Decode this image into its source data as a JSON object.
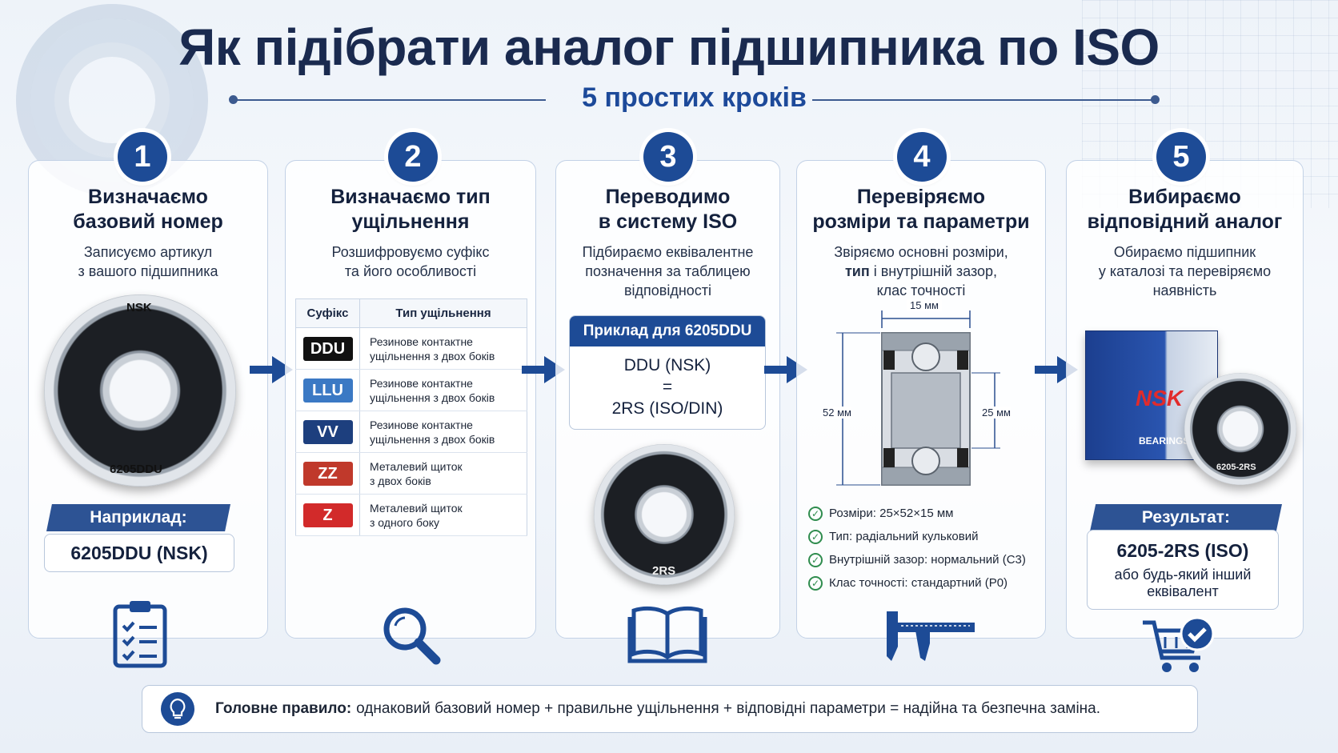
{
  "header": {
    "title": "Як підібрати аналог підшипника по ISO",
    "subtitle": "5 простих кроків"
  },
  "steps": [
    {
      "number": "1",
      "title_l1": "Визначаємо",
      "title_l2": "базовий номер",
      "desc_l1": "Записуємо артикул",
      "desc_l2": "з вашого підшипника",
      "bearing_top": "NSK",
      "bearing_bottom": "6205DDU",
      "banner": "Наприклад:",
      "value": "6205DDU (NSK)",
      "icon": "clipboard-checklist-icon"
    },
    {
      "number": "2",
      "title_l1": "Визначаємо тип",
      "title_l2": "ущільнення",
      "desc_l1": "Розшифровуємо суфікс",
      "desc_l2": "та його особливості",
      "table_headers": [
        "Суфікс",
        "Тип ущільнення"
      ],
      "table_rows": [
        {
          "code": "DDU",
          "color": "#111111",
          "l1": "Резинове контактне",
          "l2": "ущільнення з двох боків"
        },
        {
          "code": "LLU",
          "color": "#3b79c4",
          "l1": "Резинове контактне",
          "l2": "ущільнення з двох боків"
        },
        {
          "code": "VV",
          "color": "#1d3f7e",
          "l1": "Резинове контактне",
          "l2": "ущільнення з двох боків"
        },
        {
          "code": "ZZ",
          "color": "#c0392b",
          "l1": "Металевий щиток",
          "l2": "з двох боків"
        },
        {
          "code": "Z",
          "color": "#d22a2a",
          "l1": "Металевий щиток",
          "l2": "з одного боку"
        }
      ],
      "icon": "magnifier-icon"
    },
    {
      "number": "3",
      "title_l1": "Переводимо",
      "title_l2": "в систему ISO",
      "desc_l1": "Підбираємо еквівалентне",
      "desc_l2": "позначення за таблицею",
      "desc_l3": "відповідності",
      "example_header": "Приклад для 6205DDU",
      "example_l1": "DDU (NSK)",
      "example_l2": "=",
      "example_l3": "2RS (ISO/DIN)",
      "bearing_label": "2RS",
      "icon": "open-book-icon"
    },
    {
      "number": "4",
      "title_l1": "Перевіряємо",
      "title_l2": "розміри та параметри",
      "desc_l1": "Звіряємо основні розміри,",
      "desc_l2_bold": "тип",
      "desc_l2_rest": " і внутрішній зазор,",
      "desc_l3": "клас точності",
      "dim_width": "15 мм",
      "dim_outer": "52 мм",
      "dim_inner": "25 мм",
      "checks": [
        "Розміри: 25×52×15 мм",
        "Тип: радіальний кульковий",
        "Внутрішній зазор: нормальний (C3)",
        "Клас точності: стандартний (P0)"
      ],
      "icon": "caliper-icon"
    },
    {
      "number": "5",
      "title_l1": "Вибираємо",
      "title_l2": "відповідний аналог",
      "desc_l1": "Обираємо підшипник",
      "desc_l2": "у каталозі та перевіряємо",
      "desc_l3": "наявність",
      "box_brand": "NSK",
      "box_text": "BEARINGS",
      "bearing_label": "6205-2RS",
      "banner": "Результат:",
      "value": "6205-2RS (ISO)",
      "value_l2": "або будь-який інший",
      "value_l3": "еквівалент",
      "icon": "shopping-cart-check-icon"
    }
  ],
  "footer": {
    "bold": "Головне правило:",
    "text": "однаковий базовий номер + правильне ущільнення + відповідні параметри = надійна та безпечна заміна.",
    "icon": "lightbulb-icon"
  },
  "colors": {
    "primary": "#1d4b96",
    "title": "#1a2a4f",
    "check": "#2f8c4e"
  }
}
